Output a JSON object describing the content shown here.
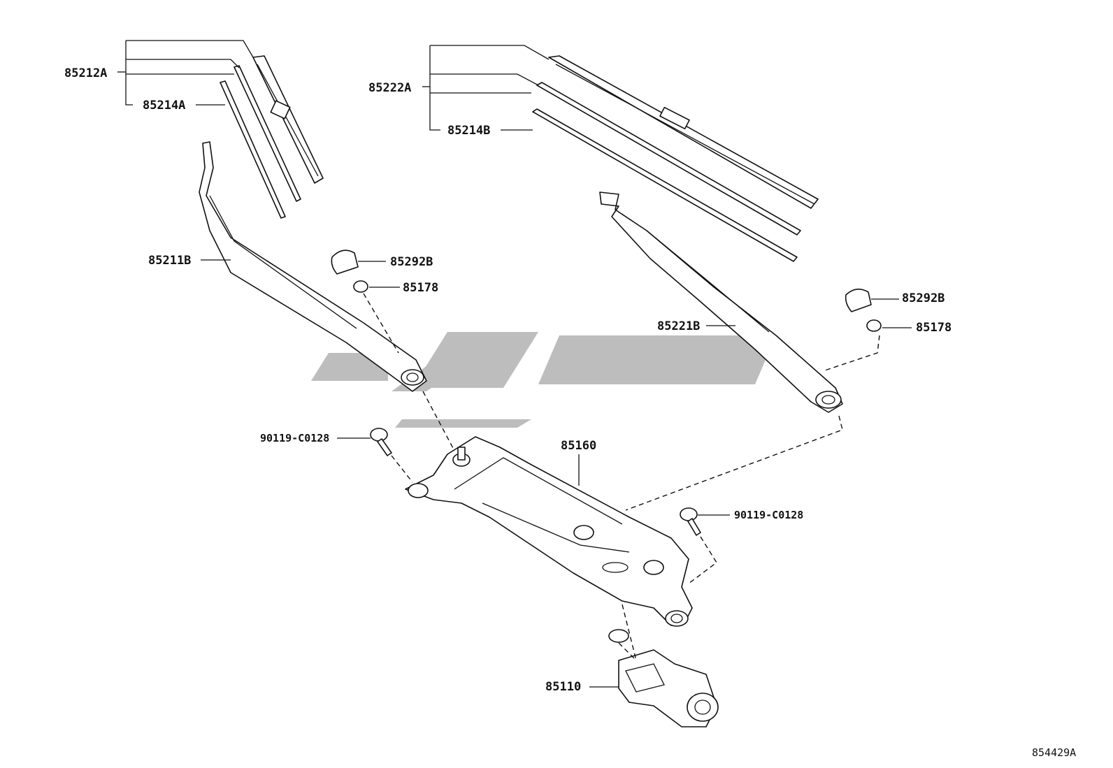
{
  "labels": {
    "p85212A": "85212A",
    "p85214A": "85214A",
    "p85222A": "85222A",
    "p85214B": "85214B",
    "p85211B": "85211B",
    "p85292B_left": "85292B",
    "p85178_left": "85178",
    "p85292B_right": "85292B",
    "p85178_right": "85178",
    "p85221B": "85221B",
    "p90119_left": "90119-C0128",
    "p85160": "85160",
    "p90119_right": "90119-C0128",
    "p85110": "85110"
  },
  "diagram_id": "854429A",
  "colors": {
    "line": "#111111",
    "watermark": "#bdbdbd",
    "background": "#ffffff"
  }
}
